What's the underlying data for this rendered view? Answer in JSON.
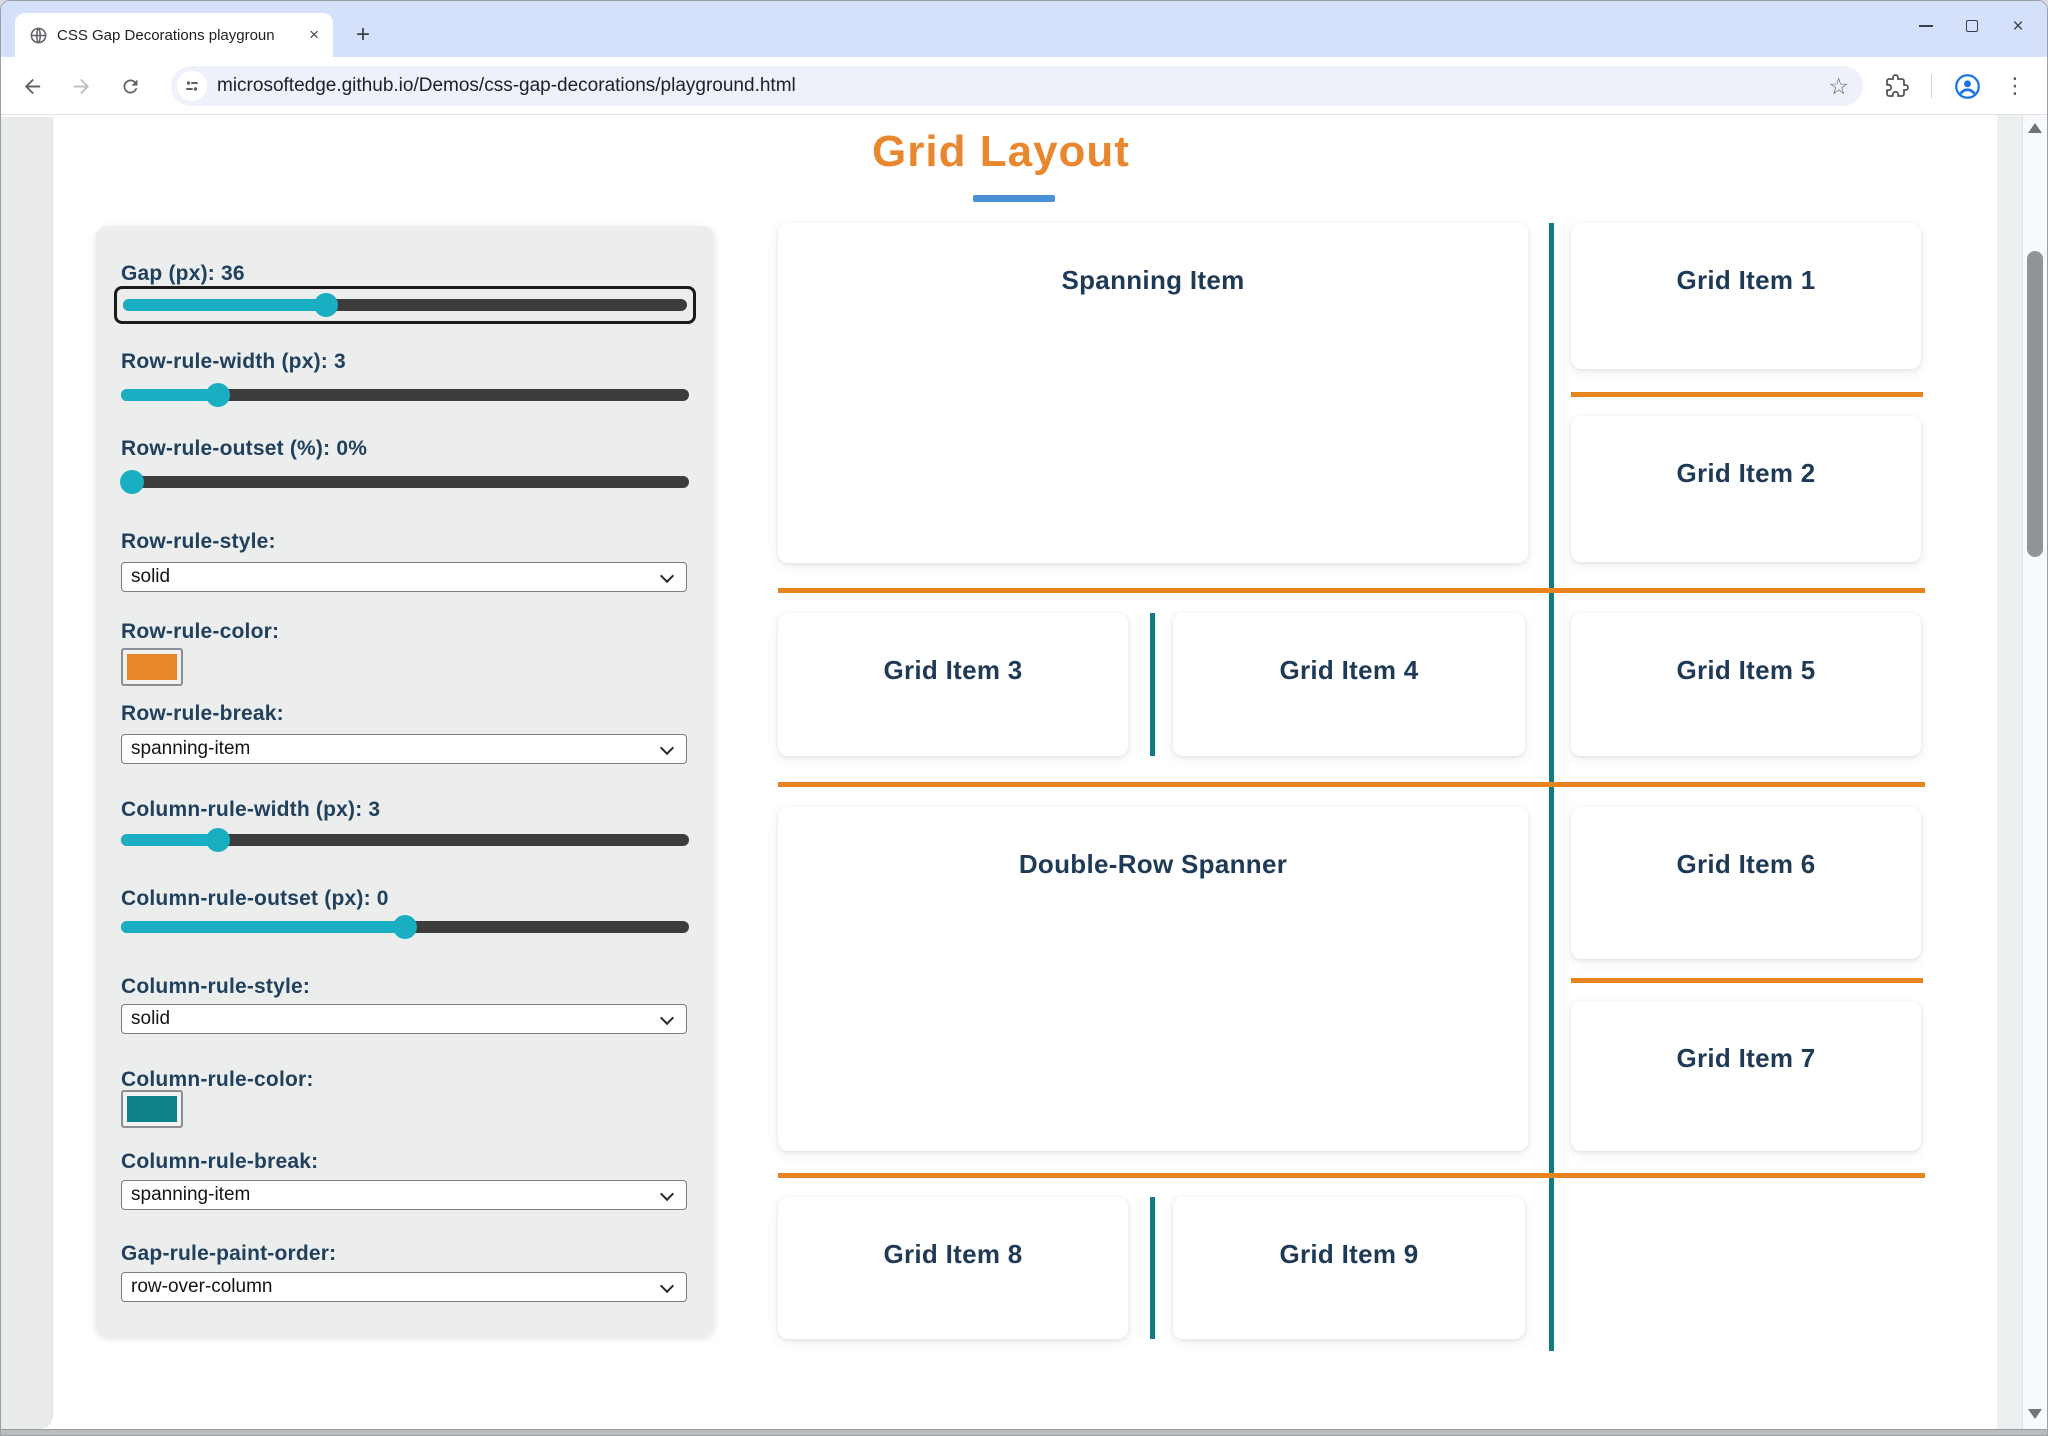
{
  "browser": {
    "tab": {
      "title": "CSS Gap Decorations playgroun",
      "close_glyph": "×",
      "new_tab_glyph": "+"
    },
    "window_controls": {
      "close_glyph": "×"
    },
    "toolbar": {
      "url": "microsoftedge.github.io/Demos/css-gap-decorations/playground.html",
      "star_glyph": "☆",
      "menu_glyph": "⋮"
    }
  },
  "page": {
    "title": "Grid Layout",
    "controls": [
      {
        "label": "Gap (px): 36",
        "type": "range",
        "fill_pct": 36,
        "focused": true
      },
      {
        "label": "Row-rule-width (px): 3",
        "type": "range",
        "fill_pct": 17
      },
      {
        "label": "Row-rule-outset (%): 0%",
        "type": "range",
        "fill_pct": 2
      },
      {
        "label": "Row-rule-style:",
        "type": "select",
        "value": "solid"
      },
      {
        "label": "Row-rule-color:",
        "type": "color",
        "value": "#e8872a"
      },
      {
        "label": "Row-rule-break:",
        "type": "select",
        "value": "spanning-item"
      },
      {
        "label": "Column-rule-width (px): 3",
        "type": "range",
        "fill_pct": 17
      },
      {
        "label": "Column-rule-outset (px): 0",
        "type": "range",
        "fill_pct": 50
      },
      {
        "label": "Column-rule-style:",
        "type": "select",
        "value": "solid"
      },
      {
        "label": "Column-rule-color:",
        "type": "color",
        "value": "#0d8287"
      },
      {
        "label": "Column-rule-break:",
        "type": "select",
        "value": "spanning-item"
      },
      {
        "label": "Gap-rule-paint-order:",
        "type": "select",
        "value": "row-over-column"
      }
    ],
    "grid_items": {
      "spanning": "Spanning Item",
      "item1": "Grid Item 1",
      "item2": "Grid Item 2",
      "item3": "Grid Item 3",
      "item4": "Grid Item 4",
      "item5": "Grid Item 5",
      "item6": "Grid Item 6",
      "item7": "Grid Item 7",
      "item8": "Grid Item 8",
      "item9": "Grid Item 9",
      "double_row": "Double-Row Spanner"
    },
    "colors": {
      "row_rule": "#e8831f",
      "column_rule": "#0e7c82",
      "title": "#e8872e",
      "title_underline": "#4a90d9",
      "slider_accent": "#19aec1",
      "text": "#1e3a56"
    }
  }
}
